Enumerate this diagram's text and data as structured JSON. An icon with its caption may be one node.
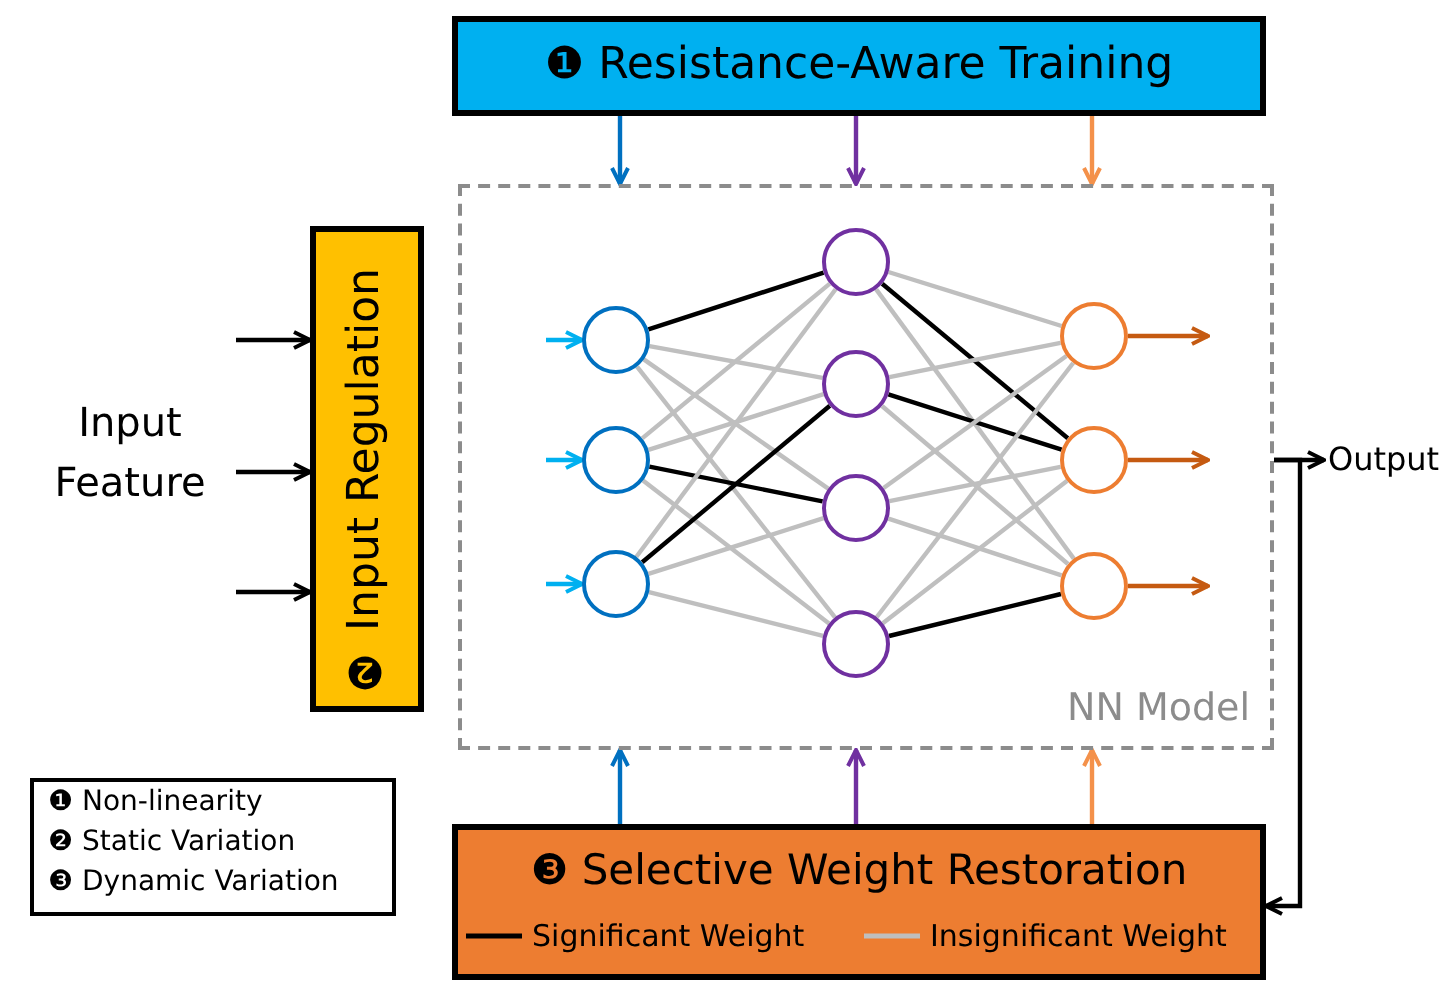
{
  "diagram": {
    "nodes": [
      {
        "text": [
          "❶ Resistance-Aware Training"
        ]
      },
      {
        "text": [
          "❷ Input Regulation"
        ]
      },
      {
        "text": [
          "NN Model"
        ]
      },
      {
        "text": [],
        "shape": "circle",
        "in": 2
      },
      {
        "text": [],
        "shape": "circle",
        "in": 2
      },
      {
        "text": [],
        "shape": "circle",
        "in": 2
      },
      {
        "text": [],
        "shape": "circle",
        "in": 2
      },
      {
        "text": [],
        "shape": "circle",
        "in": 2
      },
      {
        "text": [],
        "shape": "circle",
        "in": 2
      },
      {
        "text": [],
        "shape": "circle",
        "in": 2
      },
      {
        "text": [],
        "shape": "circle",
        "in": 2
      },
      {
        "text": [],
        "shape": "circle",
        "in": 2
      },
      {
        "text": [],
        "shape": "circle",
        "in": 2
      },
      {
        "text": [
          "❸ Selective Weight Restoration"
        ]
      },
      {
        "text": [
          "Output"
        ]
      }
    ],
    "edges": [
      {
        "from": 0,
        "to": 2,
        "arrow": "to",
        "color": "#0070c0"
      },
      {
        "from": 0,
        "to": 2,
        "arrow": "to",
        "color": "#7030a0"
      },
      {
        "from": 0,
        "to": 2,
        "arrow": "to",
        "color": "#f4914a"
      },
      {
        "from": null,
        "to": 1,
        "arrow": "to",
        "color": "#000000"
      },
      {
        "from": null,
        "to": 1,
        "arrow": "to",
        "color": "#000000"
      },
      {
        "from": null,
        "to": 1,
        "arrow": "to",
        "color": "#000000"
      },
      {
        "from": null,
        "to": 3,
        "arrow": "to",
        "color": "#00b0f0"
      },
      {
        "from": null,
        "to": 4,
        "arrow": "to",
        "color": "#00b0f0"
      },
      {
        "from": null,
        "to": 5,
        "arrow": "to",
        "color": "#00b0f0"
      },
      {
        "from": 3,
        "to": 6,
        "arrow": "none",
        "color": "#000000"
      },
      {
        "from": 3,
        "to": 7,
        "arrow": "none",
        "color": "#bfbfbf"
      },
      {
        "from": 3,
        "to": 8,
        "arrow": "none",
        "color": "#bfbfbf"
      },
      {
        "from": 3,
        "to": 9,
        "arrow": "none",
        "color": "#bfbfbf"
      },
      {
        "from": 4,
        "to": 6,
        "arrow": "none",
        "color": "#bfbfbf"
      },
      {
        "from": 4,
        "to": 7,
        "arrow": "none",
        "color": "#bfbfbf"
      },
      {
        "from": 4,
        "to": 8,
        "arrow": "none",
        "color": "#000000"
      },
      {
        "from": 4,
        "to": 9,
        "arrow": "none",
        "color": "#bfbfbf"
      },
      {
        "from": 5,
        "to": 6,
        "arrow": "none",
        "color": "#bfbfbf"
      },
      {
        "from": 5,
        "to": 7,
        "arrow": "none",
        "color": "#000000"
      },
      {
        "from": 5,
        "to": 8,
        "arrow": "none",
        "color": "#bfbfbf"
      },
      {
        "from": 5,
        "to": 9,
        "arrow": "none",
        "color": "#bfbfbf"
      },
      {
        "from": 6,
        "to": 10,
        "arrow": "none",
        "color": "#bfbfbf"
      },
      {
        "from": 6,
        "to": 11,
        "arrow": "none",
        "color": "#000000"
      },
      {
        "from": 6,
        "to": 12,
        "arrow": "none",
        "color": "#bfbfbf"
      },
      {
        "from": 7,
        "to": 10,
        "arrow": "none",
        "color": "#bfbfbf"
      },
      {
        "from": 7,
        "to": 11,
        "arrow": "none",
        "color": "#000000"
      },
      {
        "from": 7,
        "to": 12,
        "arrow": "none",
        "color": "#bfbfbf"
      },
      {
        "from": 8,
        "to": 10,
        "arrow": "none",
        "color": "#bfbfbf"
      },
      {
        "from": 8,
        "to": 11,
        "arrow": "none",
        "color": "#bfbfbf"
      },
      {
        "from": 8,
        "to": 12,
        "arrow": "none",
        "color": "#bfbfbf"
      },
      {
        "from": 9,
        "to": 10,
        "arrow": "none",
        "color": "#bfbfbf"
      },
      {
        "from": 9,
        "to": 11,
        "arrow": "none",
        "color": "#bfbfbf"
      },
      {
        "from": 9,
        "to": 12,
        "arrow": "none",
        "color": "#000000"
      },
      {
        "from": 10,
        "to": null,
        "arrow": "to",
        "color": "#c55a11"
      },
      {
        "from": 11,
        "to": null,
        "arrow": "to",
        "color": "#c55a11"
      },
      {
        "from": 12,
        "to": null,
        "arrow": "to",
        "color": "#c55a11"
      },
      {
        "from": 2,
        "to": 14,
        "arrow": "to",
        "color": "#000000"
      },
      {
        "from": 2,
        "to": 13,
        "arrow": "to",
        "color": "#000000"
      },
      {
        "from": 13,
        "to": 2,
        "arrow": "to",
        "color": "#0070c0"
      },
      {
        "from": 13,
        "to": 2,
        "arrow": "to",
        "color": "#7030a0"
      },
      {
        "from": 13,
        "to": 2,
        "arrow": "to",
        "color": "#f4914a"
      }
    ],
    "labels": [
      "Input Feature",
      "❶ Non-linearity",
      "❷ Static Variation",
      "❸ Dynamic Variation"
    ],
    "legend": [
      {
        "text": "Significant Weight"
      },
      {
        "text": "Insignificant Weight"
      }
    ]
  }
}
